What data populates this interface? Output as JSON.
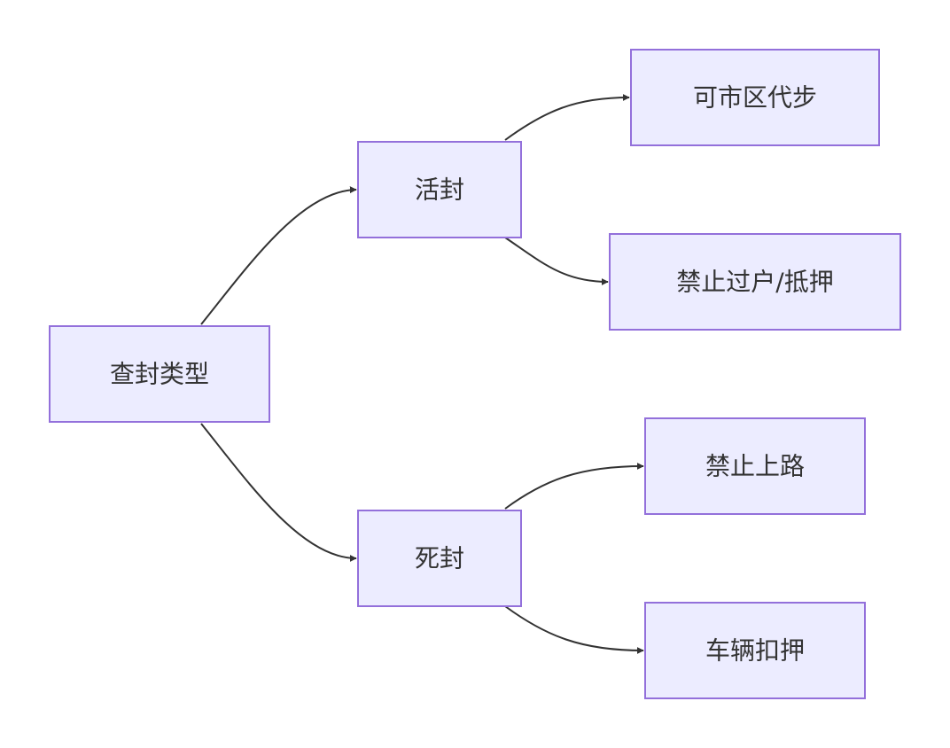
{
  "diagram": {
    "type": "flowchart-left-to-right",
    "colors": {
      "node_fill": "#ECECFF",
      "node_border": "#9370DB",
      "edge": "#333333",
      "text": "#333333",
      "background": "#ffffff"
    },
    "nodes": {
      "root": {
        "label": "查封类型"
      },
      "active_seal": {
        "label": "活封"
      },
      "city_driving": {
        "label": "可市区代步"
      },
      "no_transfer": {
        "label": "禁止过户/抵押"
      },
      "dead_seal": {
        "label": "死封"
      },
      "no_road": {
        "label": "禁止上路"
      },
      "impound": {
        "label": "车辆扣押"
      }
    },
    "edges": [
      {
        "from": "root",
        "to": "active_seal"
      },
      {
        "from": "root",
        "to": "dead_seal"
      },
      {
        "from": "active_seal",
        "to": "city_driving"
      },
      {
        "from": "active_seal",
        "to": "no_transfer"
      },
      {
        "from": "dead_seal",
        "to": "no_road"
      },
      {
        "from": "dead_seal",
        "to": "impound"
      }
    ]
  }
}
